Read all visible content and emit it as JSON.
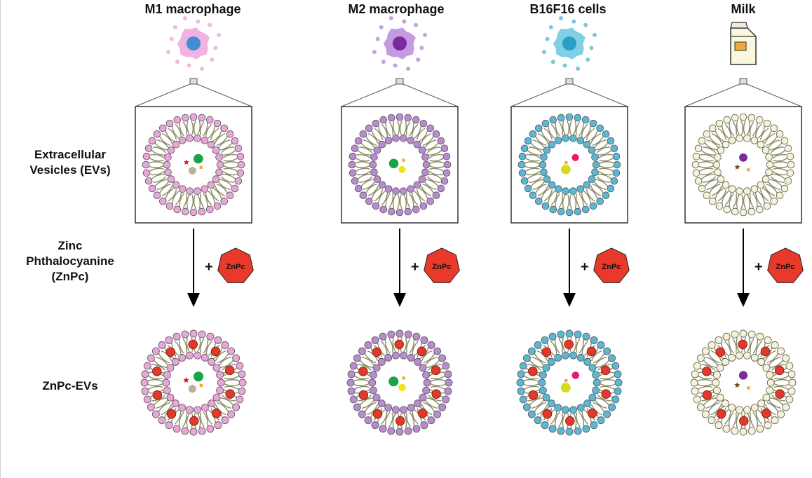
{
  "columns": [
    {
      "title": "M1 macrophage",
      "head_color": "#e8a6d9",
      "cell_body": "#f0b2e0",
      "nucleus": "#3d8fd1",
      "cargo_star": "#cc1f1f",
      "cargo_hex": "#bfae97"
    },
    {
      "title": "M2 macrophage",
      "head_color": "#b98bd0",
      "cell_body": "#c49be0",
      "nucleus": "#7a2a9f",
      "cargo_star": "",
      "cargo_hex": ""
    },
    {
      "title": "B16F16 cells",
      "head_color": "#5bb8d4",
      "cell_body": "#7fd0e6",
      "nucleus": "#2a9ec4",
      "cargo_star": "",
      "cargo_hex": ""
    },
    {
      "title": "Milk",
      "head_color": "#f6f3d3",
      "cell_body": "#fbf7dc",
      "nucleus": "",
      "cargo_star": "#7a4a1f",
      "cargo_hex": ""
    }
  ],
  "row_labels": {
    "evs": "Extracellular Vesicles (EVs)",
    "znpc": "Zinc Phthalocyanine (ZnPc)",
    "znpc_evs": "ZnPc-EVs"
  },
  "reagent": {
    "plus": "+",
    "name": "ZnPc",
    "color": "#e8392a"
  },
  "colors": {
    "tail": "#8a8a66",
    "box_border": "#333333",
    "arrow": "#000000"
  }
}
